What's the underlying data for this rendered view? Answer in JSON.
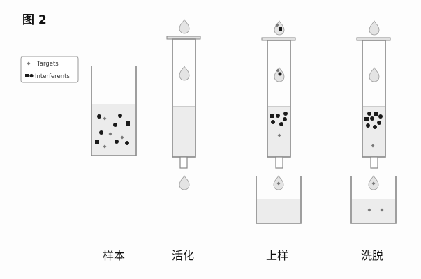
{
  "figure": {
    "title": "图 2",
    "legend": [
      {
        "label": "Targets",
        "marker": "diamond",
        "color": "#777777"
      },
      {
        "label": "Interferents",
        "marker": "square-and-circle",
        "color": "#1a1a1a"
      }
    ],
    "steps": [
      "样本",
      "活化",
      "上样",
      "洗脱"
    ]
  }
}
